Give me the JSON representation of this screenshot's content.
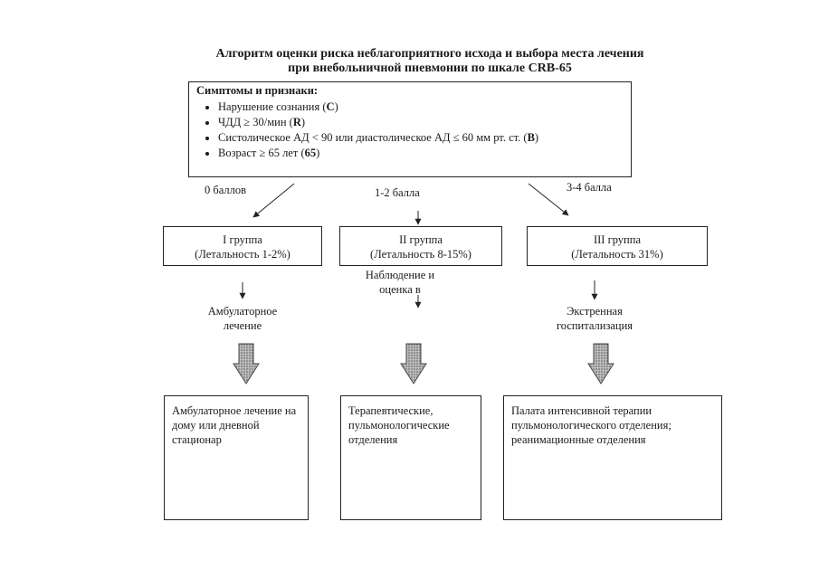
{
  "title": {
    "line1": "Алгоритм оценки риска неблагоприятного исхода и выбора места лечения",
    "line2": "при внебольничной пневмонии по шкале CRB-65"
  },
  "symptoms": {
    "header": "Симптомы и признаки:",
    "items": [
      {
        "text": "Нарушение сознания (",
        "code": "C",
        "tail": ")"
      },
      {
        "text": "ЧДД ≥ 30/мин (",
        "code": "R",
        "tail": ")"
      },
      {
        "text": "Систолическое АД < 90 или диастолическое АД ≤ 60 мм рт. ст. (",
        "code": "B",
        "tail": ")"
      },
      {
        "text": "Возраст ≥ 65 лет (",
        "code": "65",
        "tail": ")"
      }
    ]
  },
  "scores": {
    "left": "0 баллов",
    "center": "1-2 балла",
    "right": "3-4 балла"
  },
  "groups": [
    {
      "name": "I группа",
      "mortality": "(Летальность 1-2%)"
    },
    {
      "name": "II группа",
      "mortality": "(Летальность 8-15%)"
    },
    {
      "name": "III группа",
      "mortality": "(Летальность 31%)"
    }
  ],
  "middle": {
    "left": {
      "line1": "Амбулаторное",
      "line2": "лечение"
    },
    "center": {
      "line1": "Наблюдение и",
      "line2": "оценка в"
    },
    "right": {
      "line1": "Экстренная",
      "line2": "госпитализация"
    }
  },
  "finals": [
    {
      "line1": "Амбулаторное лечение на",
      "line2": "дому или дневной",
      "line3": "стационар"
    },
    {
      "line1": "Терапевтические,",
      "line2": "пульмонологические",
      "line3": "отделения"
    },
    {
      "line1": "Палата интенсивной терапии",
      "line2": "пульмонологического отделения;",
      "line3": "реанимационные отделения"
    }
  ]
}
